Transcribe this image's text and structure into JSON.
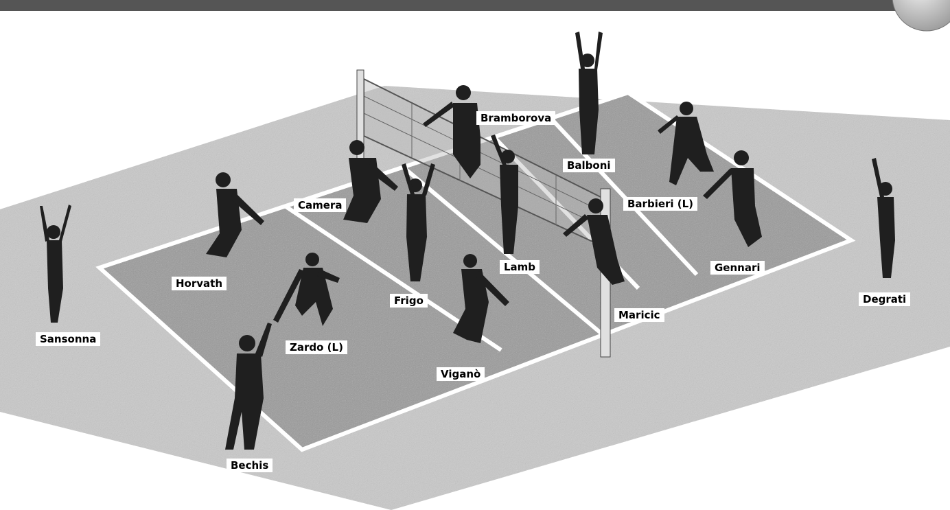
{
  "players": [
    {
      "id": "bramborova",
      "name": "Bramborova"
    },
    {
      "id": "balboni",
      "name": "Balboni"
    },
    {
      "id": "camera",
      "name": "Camera"
    },
    {
      "id": "barbieri",
      "name": "Barbieri (L)"
    },
    {
      "id": "horvath",
      "name": "Horvath"
    },
    {
      "id": "lamb",
      "name": "Lamb"
    },
    {
      "id": "gennari",
      "name": "Gennari"
    },
    {
      "id": "frigo",
      "name": "Frigo"
    },
    {
      "id": "degrati",
      "name": "Degrati"
    },
    {
      "id": "maricic",
      "name": "Maricic"
    },
    {
      "id": "sansonna",
      "name": "Sansonna"
    },
    {
      "id": "zardo",
      "name": "Zardo (L)"
    },
    {
      "id": "vigano",
      "name": "Viganò"
    },
    {
      "id": "bechis",
      "name": "Bechis"
    }
  ],
  "colors": {
    "floor": "#c9c9c9",
    "court": "#9a9a9a",
    "court_lines": "#ffffff",
    "silhouette": "#1f1f1f",
    "net": "#555555",
    "label_bg": "#ffffff",
    "label_text": "#000000"
  }
}
